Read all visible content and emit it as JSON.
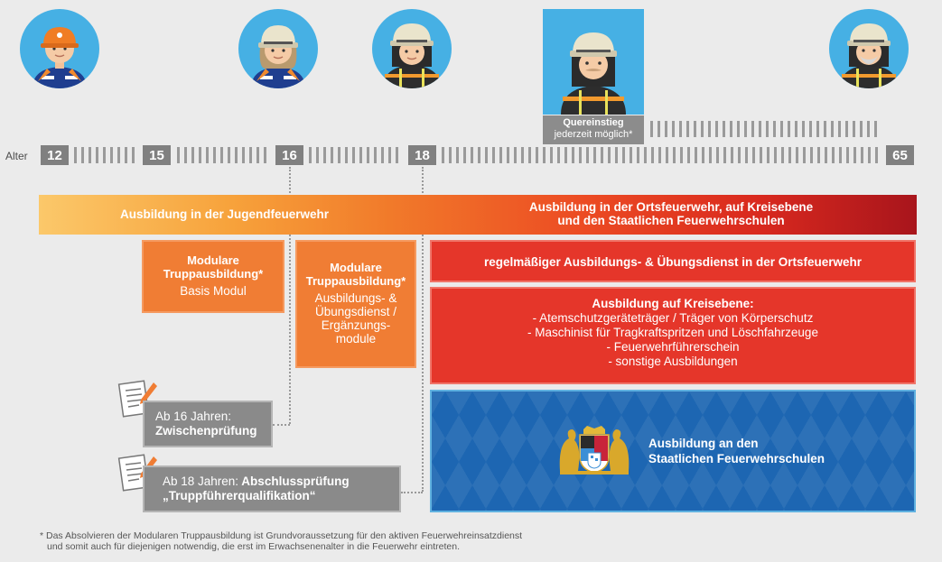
{
  "timeline": {
    "label": "Alter",
    "ages": [
      "12",
      "15",
      "16",
      "18",
      "65"
    ],
    "lateral_entry": {
      "line1": "Quereinstieg",
      "line2": "jederzeit möglich*"
    }
  },
  "band": {
    "youth": "Ausbildung in der Jugendfeuerwehr",
    "local_line1": "Ausbildung in der Ortsfeuerwehr, auf Kreisebene",
    "local_line2": "und den Staatlichen Feuerwehrschulen"
  },
  "module_basic": {
    "title1": "Modulare",
    "title2": "Truppausbildung*",
    "sub": "Basis Modul"
  },
  "module_ext": {
    "title1": "Modulare",
    "title2": "Truppausbildung*",
    "sub": [
      "Ausbildungs- &",
      "Übungsdienst /",
      "Ergänzungs-",
      "module"
    ]
  },
  "regular_training": "regelmäßiger Ausbildungs- & Übungsdienst in der Ortsfeuerwehr",
  "district": {
    "title": "Ausbildung auf Kreisebene:",
    "items": [
      "- Atemschutzgeräteträger / Träger von Körperschutz",
      "- Maschinist für Tragkraftspritzen und Löschfahrzeuge",
      "- Feuerwehrführerschein",
      "- sonstige Ausbildungen"
    ]
  },
  "state_school": {
    "line1": "Ausbildung an den",
    "line2": "Staatlichen Feuerwehrschulen"
  },
  "exam_interim": {
    "line1": "Ab 16 Jahren:",
    "line2": "Zwischenprüfung"
  },
  "exam_final": {
    "line1_a": "Ab 18 Jahren:",
    "line1_b": " Abschlussprüfung",
    "line2": "„Truppführerqualifikation“"
  },
  "footnote": {
    "line1": "* Das Absolvieren der Modularen Truppausbildung ist Grundvoraussetzung für den aktiven Feuerwehreinsatzdienst",
    "line2": "und somit auch für diejenigen notwendig, die erst im Erwachsenenalter in die Feuerwehr eintreten."
  },
  "colors": {
    "background": "#ebebeb",
    "sky": "#46b0e4",
    "orange": "#f07d34",
    "red": "#e5362a",
    "blue": "#1d66b2",
    "gray": "#8a8a8a"
  },
  "icons": [
    "child-firefighter-avatar",
    "youth-firefighter-avatar",
    "young-adult-firefighter-avatar",
    "adult-firefighter-avatar",
    "senior-firefighter-avatar",
    "document-pencil-icon",
    "bavarian-coat-of-arms"
  ]
}
